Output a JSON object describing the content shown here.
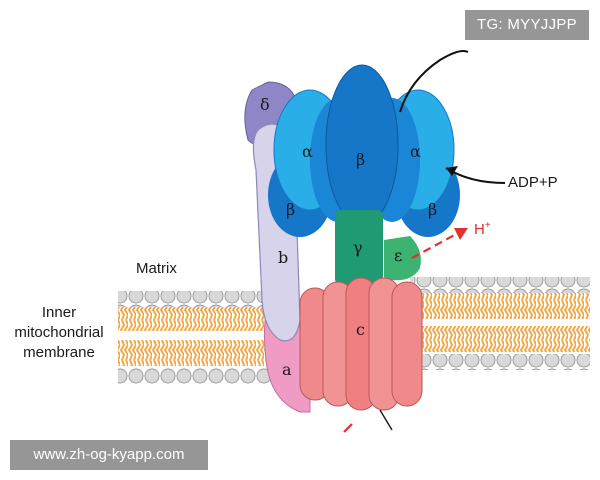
{
  "labels": {
    "matrix": "Matrix",
    "inner_line1": "Inner",
    "inner_line2": "mitochondrial",
    "inner_line3": "membrane",
    "adp": "ADP+P",
    "proton": "H",
    "proton_sup": "+"
  },
  "subunits": {
    "delta": "δ",
    "alpha_left": "α",
    "beta_center": "β",
    "alpha_right": "α",
    "beta_left": "β",
    "beta_right": "β",
    "gamma": "γ",
    "epsilon": "ε",
    "b": "b",
    "a": "a",
    "c": "c"
  },
  "watermarks": {
    "tg": "TG: MYYJJPP",
    "url": "www.zh-og-kyapp.com"
  },
  "colors": {
    "delta": "#8f86c7",
    "b_stalk": "#d6d3ea",
    "alpha_light": "#2aaee8",
    "beta_dark": "#1677c9",
    "gamma": "#1f9a72",
    "epsilon": "#3cb371",
    "c_ring": "#f08a8a",
    "a_subunit": "#f09bc4",
    "lipid_tail": "#f0a94a",
    "lipid_head": "#d4d4d4",
    "proton_arrow": "#e03030"
  }
}
